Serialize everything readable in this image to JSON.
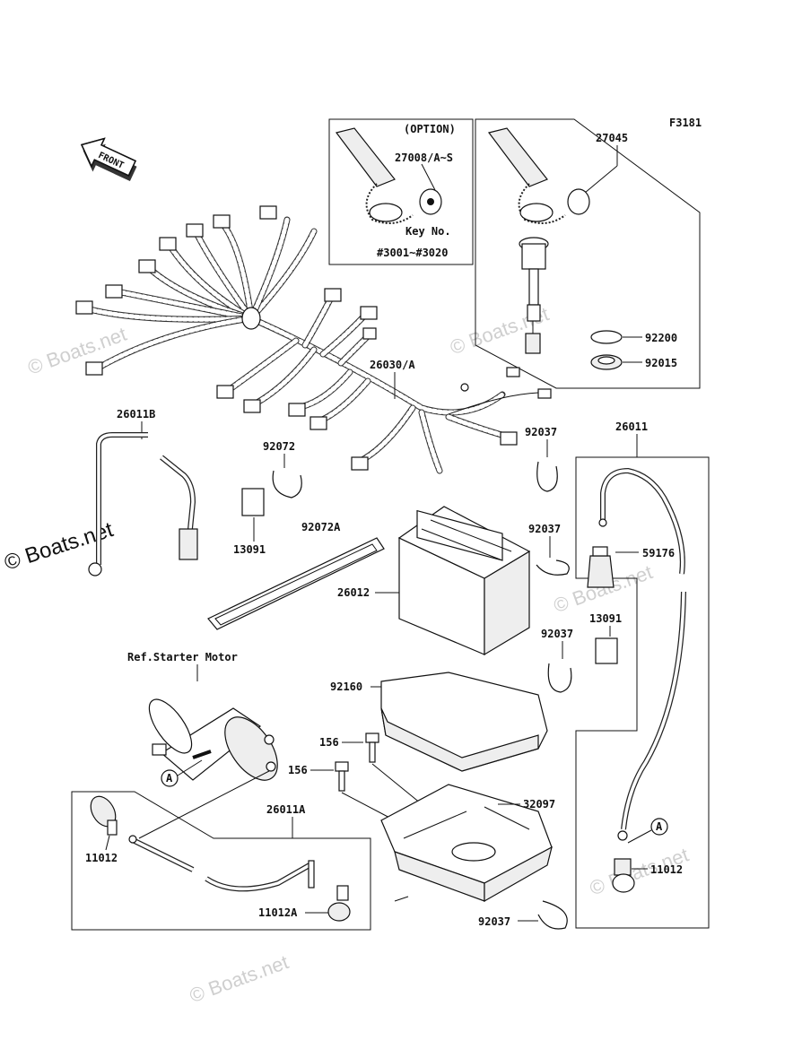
{
  "diagram": {
    "figure_code": "F3181",
    "front_label": "FRONT",
    "ref_text": "Ref.Starter Motor",
    "option_label": "(OPTION)",
    "key_no_label": "Key No.",
    "key_no_range": "#3001~#3020",
    "callout_a": "A",
    "parts": [
      {
        "id": "p27008",
        "code": "27008/A~S"
      },
      {
        "id": "p27045",
        "code": "27045"
      },
      {
        "id": "p92200",
        "code": "92200"
      },
      {
        "id": "p92015",
        "code": "92015"
      },
      {
        "id": "p26030",
        "code": "26030/A"
      },
      {
        "id": "p26011B",
        "code": "26011B"
      },
      {
        "id": "p92072",
        "code": "92072"
      },
      {
        "id": "p92037a",
        "code": "92037"
      },
      {
        "id": "p26011",
        "code": "26011"
      },
      {
        "id": "p13091a",
        "code": "13091"
      },
      {
        "id": "p92072A",
        "code": "92072A"
      },
      {
        "id": "p92037b",
        "code": "92037"
      },
      {
        "id": "p59176",
        "code": "59176"
      },
      {
        "id": "p26012",
        "code": "26012"
      },
      {
        "id": "p13091b",
        "code": "13091"
      },
      {
        "id": "p92037c",
        "code": "92037"
      },
      {
        "id": "p92160",
        "code": "92160"
      },
      {
        "id": "p156a",
        "code": "156"
      },
      {
        "id": "p156b",
        "code": "156"
      },
      {
        "id": "p32097",
        "code": "32097"
      },
      {
        "id": "p26011A",
        "code": "26011A"
      },
      {
        "id": "p11012a",
        "code": "11012"
      },
      {
        "id": "p11012b",
        "code": "11012"
      },
      {
        "id": "p11012A",
        "code": "11012A"
      },
      {
        "id": "p92037d",
        "code": "92037"
      }
    ]
  },
  "watermarks": {
    "primary": "© Boats.net",
    "faint": "© Boats.net"
  }
}
